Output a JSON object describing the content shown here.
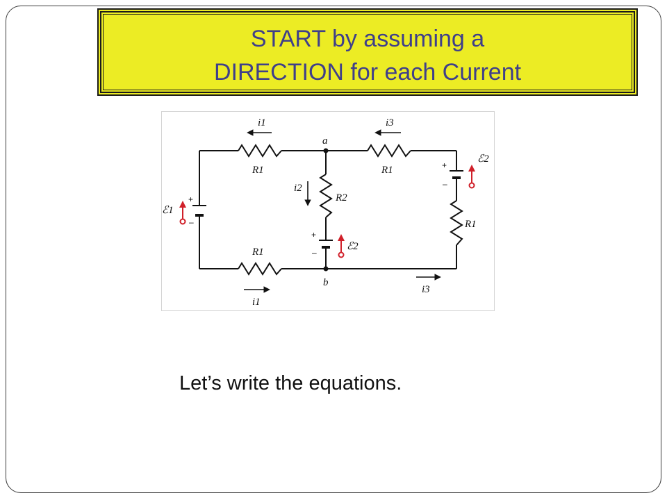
{
  "title": {
    "line1": "START by assuming a",
    "line2": "DIRECTION for each  Current"
  },
  "caption": "Let’s write the equations.",
  "circuit": {
    "node_a": "a",
    "node_b": "b",
    "current_i1_top": "i1",
    "current_i3_top": "i3",
    "current_i2": "i2",
    "current_i1_bottom": "i1",
    "current_i3_bottom": "i3",
    "resistor_top_left": "R1",
    "resistor_top_right": "R1",
    "resistor_middle": "R2",
    "resistor_bottom_left": "R1",
    "resistor_right": "R1",
    "emf_left": "ℰ1",
    "emf_middle": "ℰ2",
    "emf_right": "ℰ2"
  },
  "colors": {
    "title_background": "#ecec24",
    "title_text": "#3f3f8a",
    "emf_arrow": "#d0202a"
  }
}
